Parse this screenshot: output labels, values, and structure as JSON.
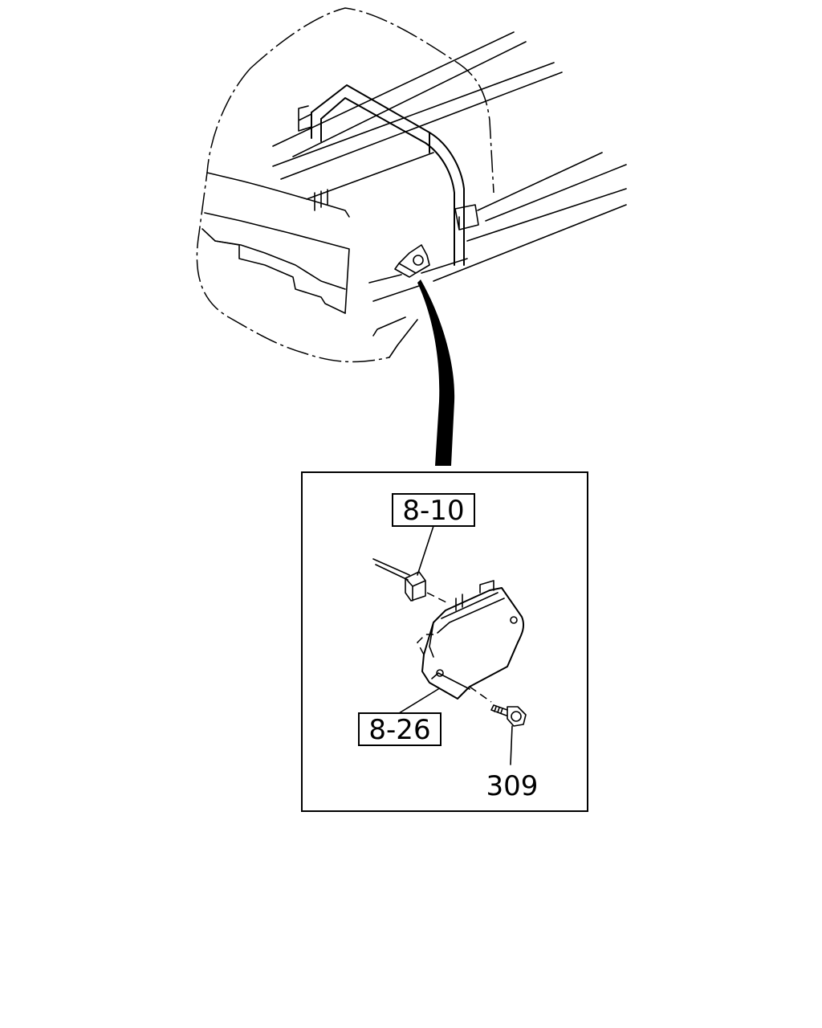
{
  "callouts": {
    "part_8_10": "8-10",
    "part_8_26": "8-26",
    "part_309": "309"
  },
  "colors": {
    "line": "#000000",
    "background": "#ffffff"
  }
}
